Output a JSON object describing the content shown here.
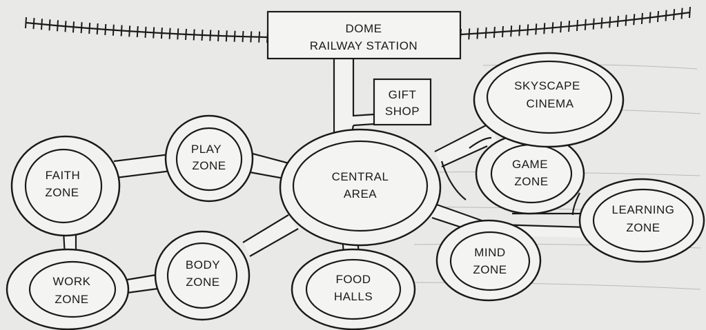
{
  "map": {
    "station": {
      "line1": "DOME",
      "line2": "RAILWAY STATION"
    },
    "gift_shop": {
      "line1": "GIFT",
      "line2": "SHOP"
    },
    "central_area": {
      "line1": "CENTRAL",
      "line2": "AREA"
    },
    "zones": {
      "skyscape_cinema": {
        "line1": "SKYSCAPE",
        "line2": "CINEMA"
      },
      "game_zone": {
        "line1": "GAME",
        "line2": "ZONE"
      },
      "learning_zone": {
        "line1": "LEARNING",
        "line2": "ZONE"
      },
      "mind_zone": {
        "line1": "MIND",
        "line2": "ZONE"
      },
      "food_halls": {
        "line1": "FOOD",
        "line2": "HALLS"
      },
      "body_zone": {
        "line1": "BODY",
        "line2": "ZONE"
      },
      "work_zone": {
        "line1": "WORK",
        "line2": "ZONE"
      },
      "faith_zone": {
        "line1": "FAITH",
        "line2": "ZONE"
      },
      "play_zone": {
        "line1": "PLAY",
        "line2": "ZONE"
      }
    }
  }
}
